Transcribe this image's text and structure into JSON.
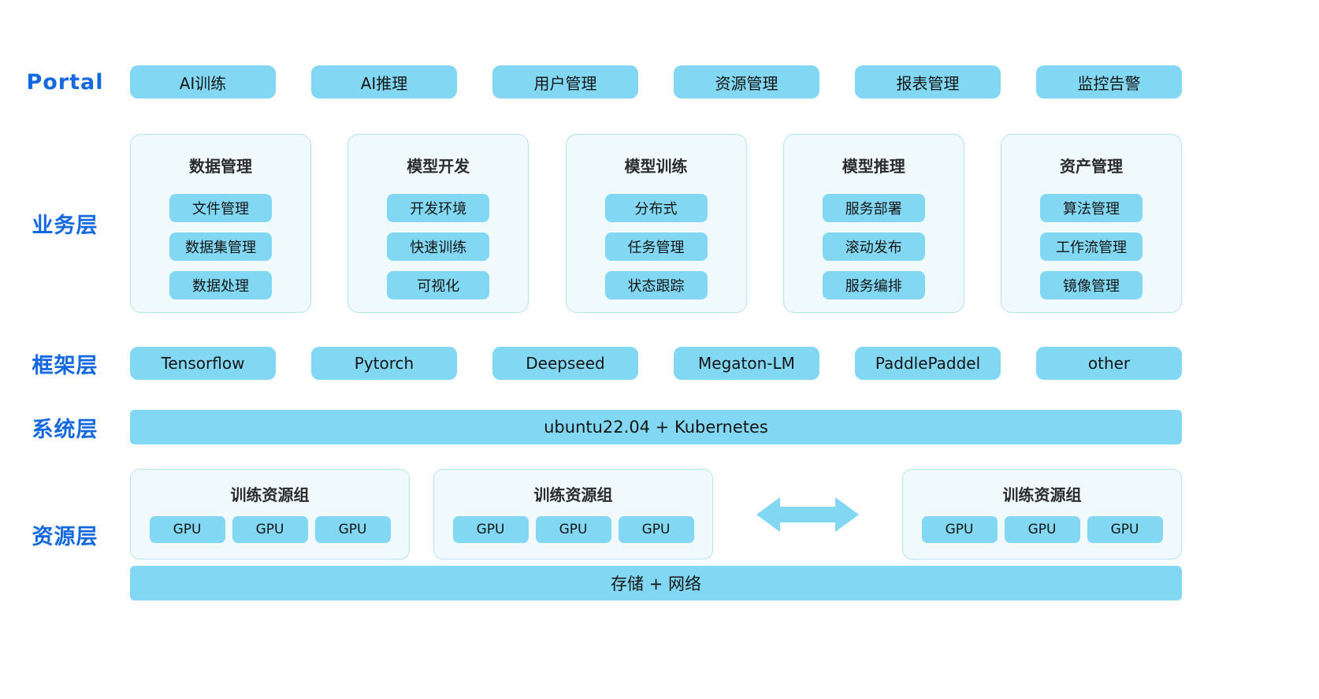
{
  "colors": {
    "accent_blue": "#82d7f3",
    "label_blue": "#1569e0",
    "card_bg": "#f0fafd",
    "card_border": "#b5e3f6"
  },
  "portal": {
    "label": "Portal",
    "items": [
      "AI训练",
      "AI推理",
      "用户管理",
      "资源管理",
      "报表管理",
      "监控告警"
    ]
  },
  "business": {
    "label": "业务层",
    "cards": [
      {
        "title": "数据管理",
        "items": [
          "文件管理",
          "数据集管理",
          "数据处理"
        ]
      },
      {
        "title": "模型开发",
        "items": [
          "开发环境",
          "快速训练",
          "可视化"
        ]
      },
      {
        "title": "模型训练",
        "items": [
          "分布式",
          "任务管理",
          "状态跟踪"
        ]
      },
      {
        "title": "模型推理",
        "items": [
          "服务部署",
          "滚动发布",
          "服务编排"
        ]
      },
      {
        "title": "资产管理",
        "items": [
          "算法管理",
          "工作流管理",
          "镜像管理"
        ]
      }
    ]
  },
  "framework": {
    "label": "框架层",
    "items": [
      "Tensorflow",
      "Pytorch",
      "Deepseed",
      "Megaton-LM",
      "PaddlePaddel",
      "other"
    ]
  },
  "system": {
    "label": "系统层",
    "band": "ubuntu22.04 + Kubernetes"
  },
  "resource": {
    "label": "资源层",
    "groups": [
      {
        "title": "训练资源组",
        "items": [
          "GPU",
          "GPU",
          "GPU"
        ]
      },
      {
        "title": "训练资源组",
        "items": [
          "GPU",
          "GPU",
          "GPU"
        ]
      },
      {
        "title": "训练资源组",
        "items": [
          "GPU",
          "GPU",
          "GPU"
        ]
      }
    ],
    "band": "存储 + 网络"
  }
}
